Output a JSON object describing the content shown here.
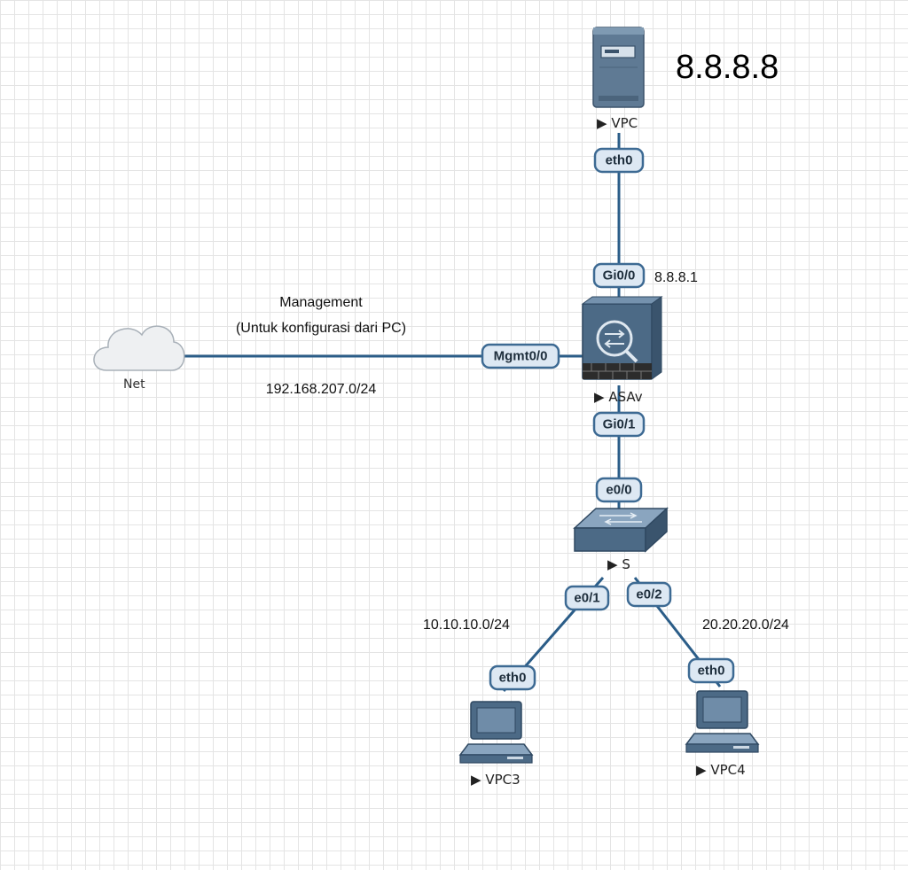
{
  "annotations": {
    "internet_ip": "8.8.8.8",
    "asa_outside_ip": "8.8.8.1",
    "mgmt_title": "Management",
    "mgmt_subtitle": "(Untuk konfigurasi dari PC)",
    "mgmt_subnet": "192.168.207.0/24",
    "lan1_subnet": "10.10.10.0/24",
    "lan2_subnet": "20.20.20.0/24"
  },
  "nodes": {
    "vpc": {
      "label": "VPC"
    },
    "net": {
      "label": "Net"
    },
    "asav": {
      "label": "ASAv"
    },
    "switch": {
      "label": "S"
    },
    "vpc3": {
      "label": "VPC3"
    },
    "vpc4": {
      "label": "VPC4"
    }
  },
  "ports": {
    "vpc_eth0": "eth0",
    "asa_gi00": "Gi0/0",
    "asa_mgmt": "Mgmt0/0",
    "asa_gi01": "Gi0/1",
    "sw_e00": "e0/0",
    "sw_e01": "e0/1",
    "sw_e02": "e0/2",
    "vpc3_eth0": "eth0",
    "vpc4_eth0": "eth0"
  },
  "play_glyph": "▶"
}
